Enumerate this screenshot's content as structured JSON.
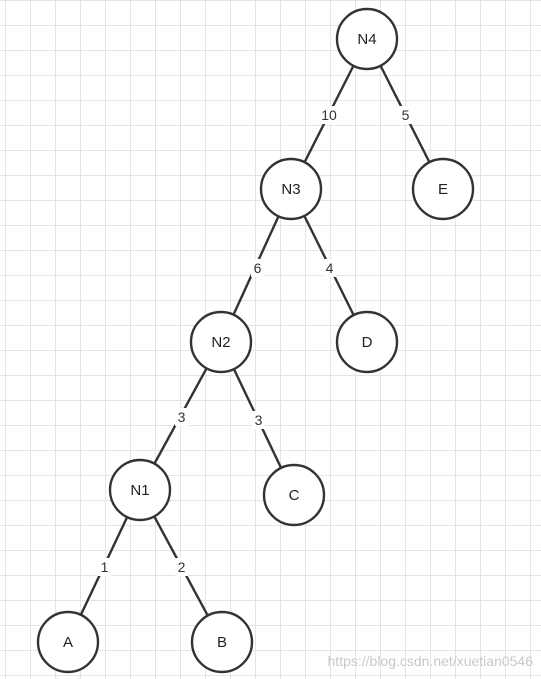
{
  "nodes": {
    "N4": "N4",
    "N3": "N3",
    "E": "E",
    "N2": "N2",
    "D": "D",
    "N1": "N1",
    "C": "C",
    "A": "A",
    "B": "B"
  },
  "weights": {
    "N4_N3": "10",
    "N4_E": "5",
    "N3_N2": "6",
    "N3_D": "4",
    "N2_N1": "3",
    "N2_C": "3",
    "N1_A": "1",
    "N1_B": "2"
  },
  "watermark": "https://blog.csdn.net/xuetian0546",
  "colors": {
    "stroke": "#333333",
    "grid": "#e4e4e4",
    "background": "#ffffff"
  }
}
